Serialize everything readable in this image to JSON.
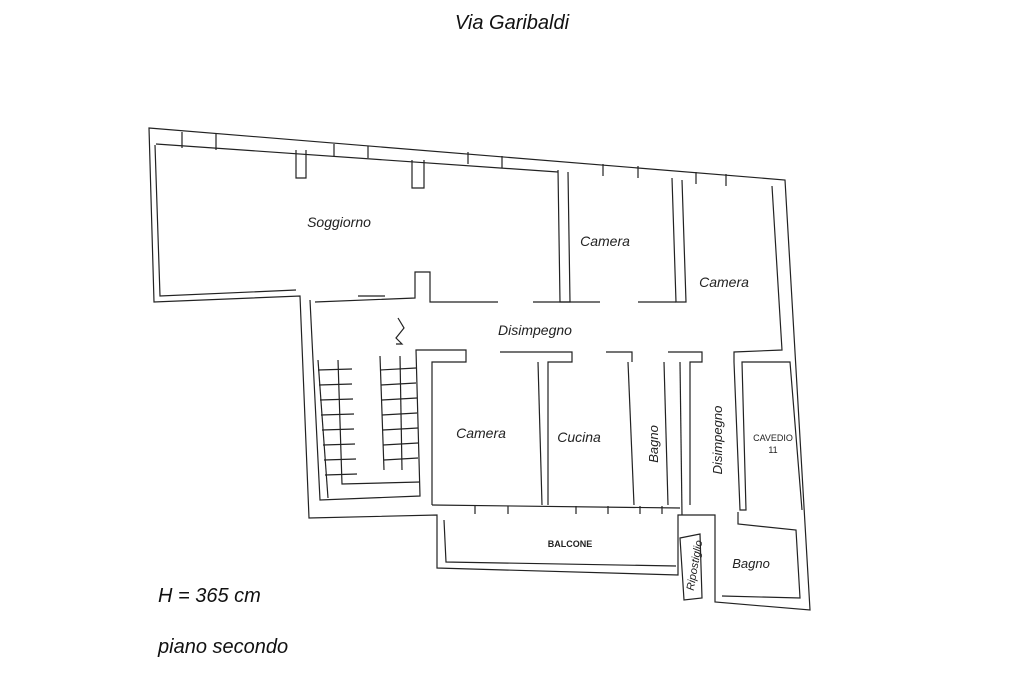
{
  "street_name": "Via Garibaldi",
  "rooms": {
    "soggiorno": "Soggiorno",
    "camera_1": "Camera",
    "camera_2": "Camera",
    "disimpegno_1": "Disimpegno",
    "camera_3": "Camera",
    "cucina": "Cucina",
    "bagno_1": "Bagno",
    "disimpegno_2": "Disimpegno",
    "cavedio": "CAVEDIO",
    "cavedio_num": "11",
    "balcone": "BALCONE",
    "ripostiglio": "Ripostiglio",
    "bagno_2": "Bagno"
  },
  "height_note": "H  = 365 cm",
  "floor_note": "piano secondo"
}
